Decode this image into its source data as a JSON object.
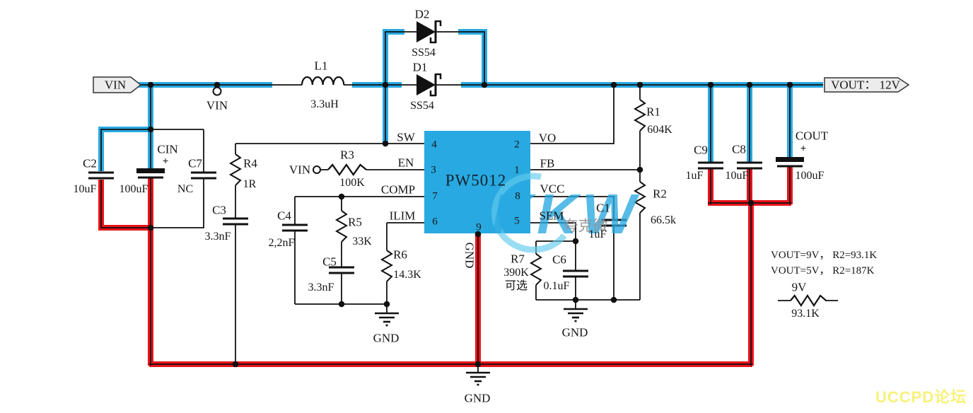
{
  "flags": {
    "vin": "VIN",
    "vout": "VOUT： 12V"
  },
  "net_labels": {
    "vin_tap": "VIN",
    "vin_r3": "VIN",
    "gnd_comp": "GND",
    "gnd_sem": "GND",
    "gnd_main": "GND"
  },
  "ic": {
    "name": "PW5012",
    "pins_left": [
      {
        "num": "4",
        "name": "SW"
      },
      {
        "num": "3",
        "name": "EN"
      },
      {
        "num": "7",
        "name": "COMP"
      },
      {
        "num": "6",
        "name": "ILIM"
      }
    ],
    "pins_right": [
      {
        "num": "2",
        "name": "VO"
      },
      {
        "num": "1",
        "name": "FB"
      },
      {
        "num": "8",
        "name": "VCC"
      },
      {
        "num": "5",
        "name": "SEM"
      }
    ],
    "pin_bottom": {
      "num": "9",
      "name": "GND"
    }
  },
  "components": {
    "L1": {
      "ref": "L1",
      "value": "3.3uH"
    },
    "D2": {
      "ref": "D2",
      "value": "SS54"
    },
    "D1": {
      "ref": "D1",
      "value": "SS54"
    },
    "C2": {
      "ref": "C2",
      "value": "10uF"
    },
    "CIN": {
      "ref": "CIN",
      "value": "100uF",
      "polarity": "+"
    },
    "C7": {
      "ref": "C7",
      "value": "NC"
    },
    "C3": {
      "ref": "C3",
      "value": "3.3nF"
    },
    "R4": {
      "ref": "R4",
      "value": "1R"
    },
    "R3": {
      "ref": "R3",
      "value": "100K"
    },
    "C4": {
      "ref": "C4",
      "value": "2,2nF"
    },
    "R5": {
      "ref": "R5",
      "value": "33K"
    },
    "C5": {
      "ref": "C5",
      "value": "3.3nF"
    },
    "R6": {
      "ref": "R6",
      "value": "14.3K"
    },
    "R1": {
      "ref": "R1",
      "value": "604K"
    },
    "R2": {
      "ref": "R2",
      "value": "66.5k"
    },
    "C1": {
      "ref": "C1",
      "value": "1uF"
    },
    "R7": {
      "ref": "R7",
      "value": "390K",
      "note": "可选"
    },
    "C6": {
      "ref": "C6",
      "value": "0.1uF"
    },
    "C9": {
      "ref": "C9",
      "value": "1uF"
    },
    "C8": {
      "ref": "C8",
      "value": "10uF"
    },
    "COUT": {
      "ref": "COUT",
      "value": "100uF",
      "polarity": "+"
    }
  },
  "notes": {
    "line1": "VOUT=9V， R2=93.1K",
    "line2": "VOUT=5V， R2=187K",
    "example_resistor": {
      "top": "9V",
      "bottom": "93.1K"
    }
  },
  "watermarks": {
    "kkw": "KKW",
    "kkw_sub": "夸克微",
    "forum": "UCCPD论坛"
  },
  "colors": {
    "wire_blue": "#29A9E1",
    "wire_red": "#E8131B",
    "ic_fill": "#29A9E1",
    "forum_yellow": "#F8F17A"
  }
}
